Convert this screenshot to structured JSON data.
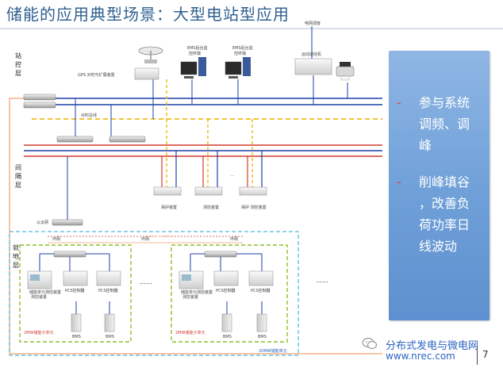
{
  "title": "储能的应用典型场景：大型电站型应用",
  "tiers": {
    "station": [
      "站",
      "控",
      "层"
    ],
    "bay": [
      "间",
      "隔",
      "层"
    ],
    "site": [
      "就",
      "地",
      "层"
    ]
  },
  "labels": {
    "gps": "GPS 对时与扩展装置",
    "ems_workstation": "EMS后台监",
    "ems_workstation_2": "控终端",
    "telecontrol": "远动通信机",
    "telecontrol_top": "电网调度",
    "time_sync": "对时总线",
    "protection": "保护装置",
    "monitoring": "测控装置",
    "protection_monitoring": "保护 测控装置",
    "bay_ellipsis": "…",
    "switch_top": "以太网",
    "ring_left": "环网",
    "ring_mid": "环网",
    "ring_right": "环网",
    "unit_device": "储能单元测控装置",
    "unit_device_2": "测控装置",
    "pcs": "PCS控制器",
    "bms": "BMS",
    "subunit": "2MW储能子单元",
    "station_unit": "20MW储能单元",
    "row_ellipsis": "……",
    "row_ellipsis_2": "……"
  },
  "panel": {
    "items": [
      {
        "marker": "-",
        "lines": [
          "参与系统",
          "调频、调",
          "峰"
        ]
      },
      {
        "marker": "-",
        "lines": [
          "削峰填谷",
          "，改善负",
          "荷功率日",
          "线波动"
        ]
      }
    ]
  },
  "footer": {
    "brand": "分布式发电与微电网",
    "url": "www.nrec.com",
    "page": "7"
  },
  "colors": {
    "title": "#2e5f8f",
    "bus_blue": "#1e3fa8",
    "bus_red": "#d23a2e",
    "bus_yellow": "#f2c230",
    "fiber_orange": "#f0a070",
    "frame_green": "#8cbf2a",
    "frame_cyan": "#2aa6d8",
    "panel": "#6e9fd8"
  },
  "icons": [
    "monitor-icon",
    "satellite-dish-icon",
    "printer-icon",
    "network-switch-icon",
    "wechat-icon"
  ]
}
